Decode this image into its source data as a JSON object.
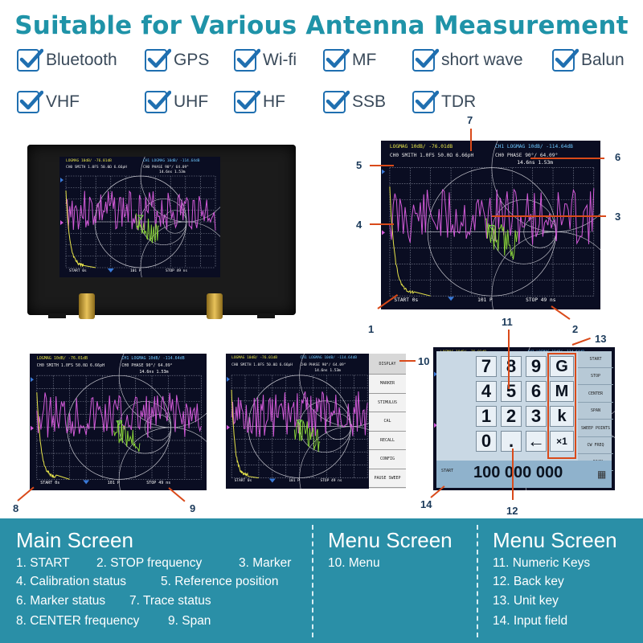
{
  "headline": "Suitable for Various Antenna Measurement",
  "checks": [
    "Bluetooth",
    "GPS",
    "Wi-fi",
    "MF",
    "short wave",
    "Balun",
    "VHF",
    "UHF",
    "HF",
    "SSB",
    "TDR"
  ],
  "screen": {
    "ch1_label": "LOGMAG 10dB/",
    "ch1_value": "-76.01dB",
    "ch2_label": "CH1 LOGMAG 10dB/",
    "ch2_value": "-114.64dB",
    "ch3_label": "CH0 SMITH 1.0FS",
    "ch3_value": "50.0Ω 6.66pH",
    "ch4_label": "CH0 PHASE 90°/",
    "ch4_value": "64.09°",
    "marker_status": "14.6ns 1.53m",
    "start": "START 0s",
    "points": "101 P",
    "stop": "STOP 49 ns"
  },
  "callouts": [
    "1",
    "2",
    "3",
    "4",
    "5",
    "6",
    "7",
    "8",
    "9",
    "10",
    "11",
    "12",
    "13",
    "14"
  ],
  "menu_buttons": [
    "DISPLAY",
    "MARKER",
    "STIMULUS",
    "CAL",
    "RECALL",
    "CONFIG",
    "PAUSE SWEEP"
  ],
  "keypad": {
    "keys": [
      "7",
      "8",
      "9",
      "4",
      "5",
      "6",
      "1",
      "2",
      "3",
      "0",
      ".",
      "←"
    ],
    "units": [
      "G",
      "M",
      "k",
      "×1"
    ],
    "side": [
      "START",
      "STOP",
      "CENTER",
      "SPAN",
      "SWEEP POINTS",
      "CW FREQ",
      "← BACK"
    ],
    "input_label": "START",
    "input_value": "100 000 000"
  },
  "footer": {
    "main_title": "Main Screen",
    "main_lines": [
      [
        "1. START",
        "2. STOP frequency",
        "3. Marker"
      ],
      [
        "4. Calibration status",
        "5. Reference position"
      ],
      [
        "6. Marker status",
        "7. Trace status"
      ],
      [
        "8. CENTER frequency",
        "9. Span"
      ]
    ],
    "menu_title": "Menu Screen",
    "menu_line": "10. Menu",
    "menu2_title": "Menu Screen",
    "menu2_lines": [
      "11. Numeric Keys",
      "12. Back key",
      "13. Unit key",
      "14. Input field"
    ]
  },
  "colors": {
    "accent": "#1f93a8",
    "footer_bg": "#2a8fa7",
    "trace_magenta": "#d25ad8",
    "trace_yellow": "#e6e34a",
    "trace_green": "#8fdc3a",
    "callout_line": "#d94a1a"
  }
}
